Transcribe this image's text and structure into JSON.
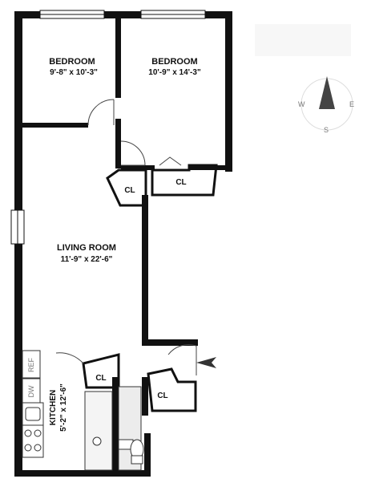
{
  "rooms": {
    "bedroom1": {
      "name": "BEDROOM",
      "dims": "9'-8\" x 10'-3\""
    },
    "bedroom2": {
      "name": "BEDROOM",
      "dims": "10'-9\" x 14'-3\""
    },
    "living": {
      "name": "LIVING ROOM",
      "dims": "11'-9\" x 22'-6\""
    },
    "kitchen": {
      "name": "KITCHEN",
      "dims": "5'-2\" x 12'-6\""
    }
  },
  "closets": [
    "CL",
    "CL",
    "CL",
    "CL"
  ],
  "appliances": {
    "fridge": "REF",
    "dishwasher": "DW"
  },
  "compass": {
    "west": "W",
    "east": "E",
    "south": "S"
  }
}
